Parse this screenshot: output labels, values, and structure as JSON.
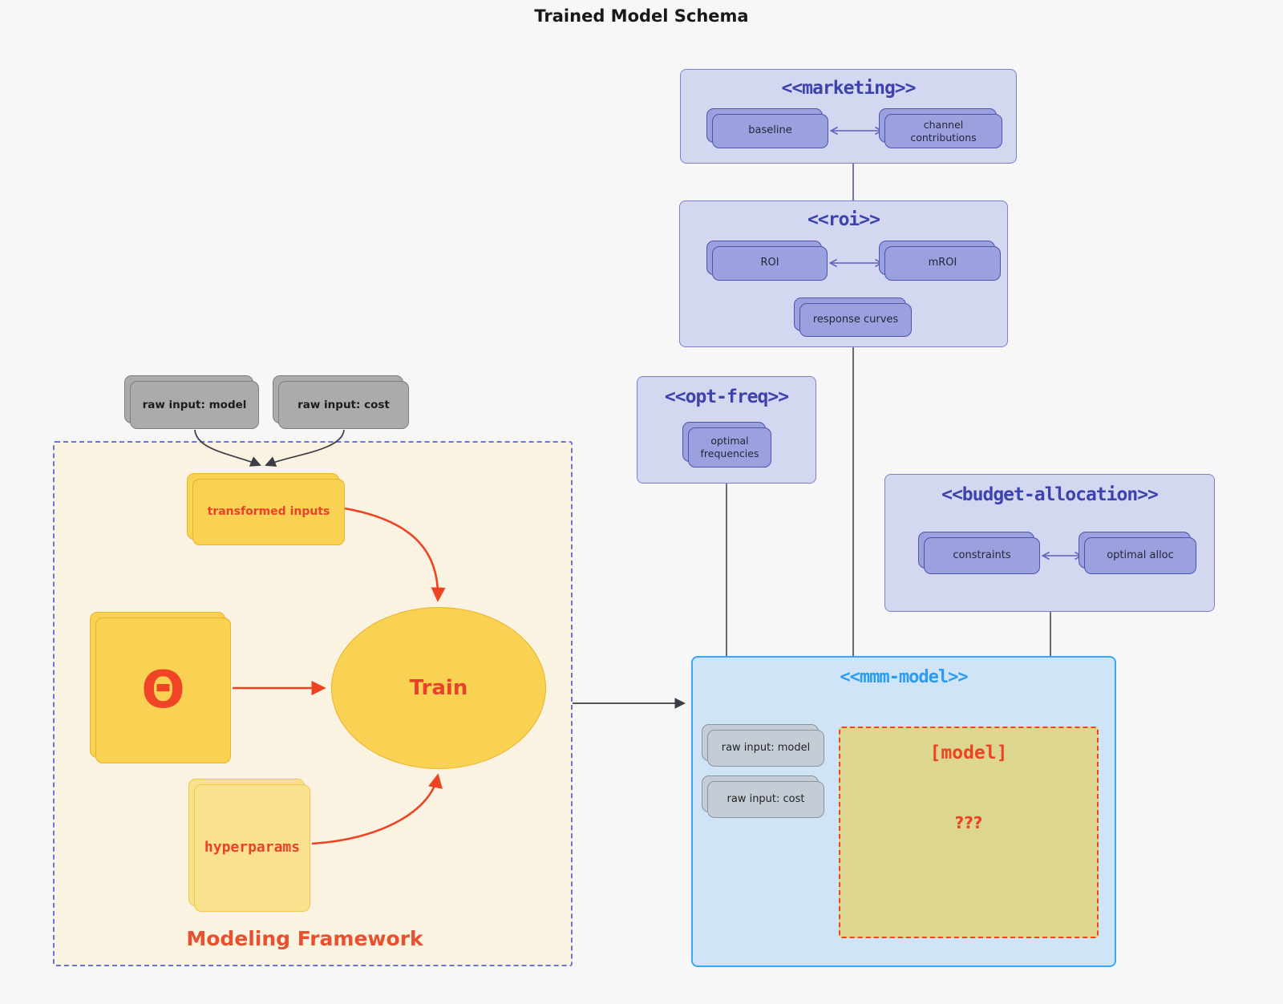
{
  "page_title": "Trained Model Schema",
  "colors": {
    "background": "#f7f7f8",
    "group_purple_fill": "#d4d7f0",
    "group_purple_border": "#7b80cf",
    "node_purple_fill": "#9ba0de",
    "node_purple_border": "#4e54ae",
    "group_title_purple": "#3d43ae",
    "mmm_fill": "#cfe4f7",
    "mmm_border": "#3aa7f2",
    "mmm_title_blue": "#2d9cf0",
    "gray_node_fill": "#ababab",
    "mmm_gray_node_fill": "#c4cdd5",
    "framework_fill": "#faf3e1",
    "framework_border": "#6a73da",
    "yellow_fill": "#f9d153",
    "yellow_border": "#ecb225",
    "yellow_light_fill": "#fae18d",
    "khaki_fill": "#dcd68e",
    "red_accent": "#ee4323",
    "edge_dark": "#444444",
    "edge_purple": "#6e72c3"
  },
  "external_inputs": {
    "raw_input_model": "raw input: model",
    "raw_input_cost": "raw input: cost"
  },
  "groups": {
    "marketing": {
      "title": "<<marketing>>",
      "nodes": {
        "baseline": "baseline",
        "channel_contributions": "channel contributions"
      }
    },
    "roi": {
      "title": "<<roi>>",
      "nodes": {
        "roi": "ROI",
        "mroi": "mROI",
        "response_curves": "response curves"
      }
    },
    "opt_freq": {
      "title": "<<opt-freq>>",
      "nodes": {
        "optimal_frequencies": "optimal frequencies"
      }
    },
    "budget_allocation": {
      "title": "<<budget-allocation>>",
      "nodes": {
        "constraints": "constraints",
        "optimal_alloc": "optimal alloc"
      }
    },
    "mmm_model": {
      "title": "<<mmm-model>>",
      "nodes": {
        "raw_input_model": "raw input: model",
        "raw_input_cost": "raw input: cost",
        "model_placeholder_title": "[model]",
        "model_placeholder_question": "???"
      }
    },
    "modeling_framework": {
      "label": "Modeling Framework",
      "nodes": {
        "transformed_inputs": "transformed inputs",
        "theta": "Θ",
        "train": "Train",
        "hyperparams": "hyperparams"
      }
    }
  }
}
